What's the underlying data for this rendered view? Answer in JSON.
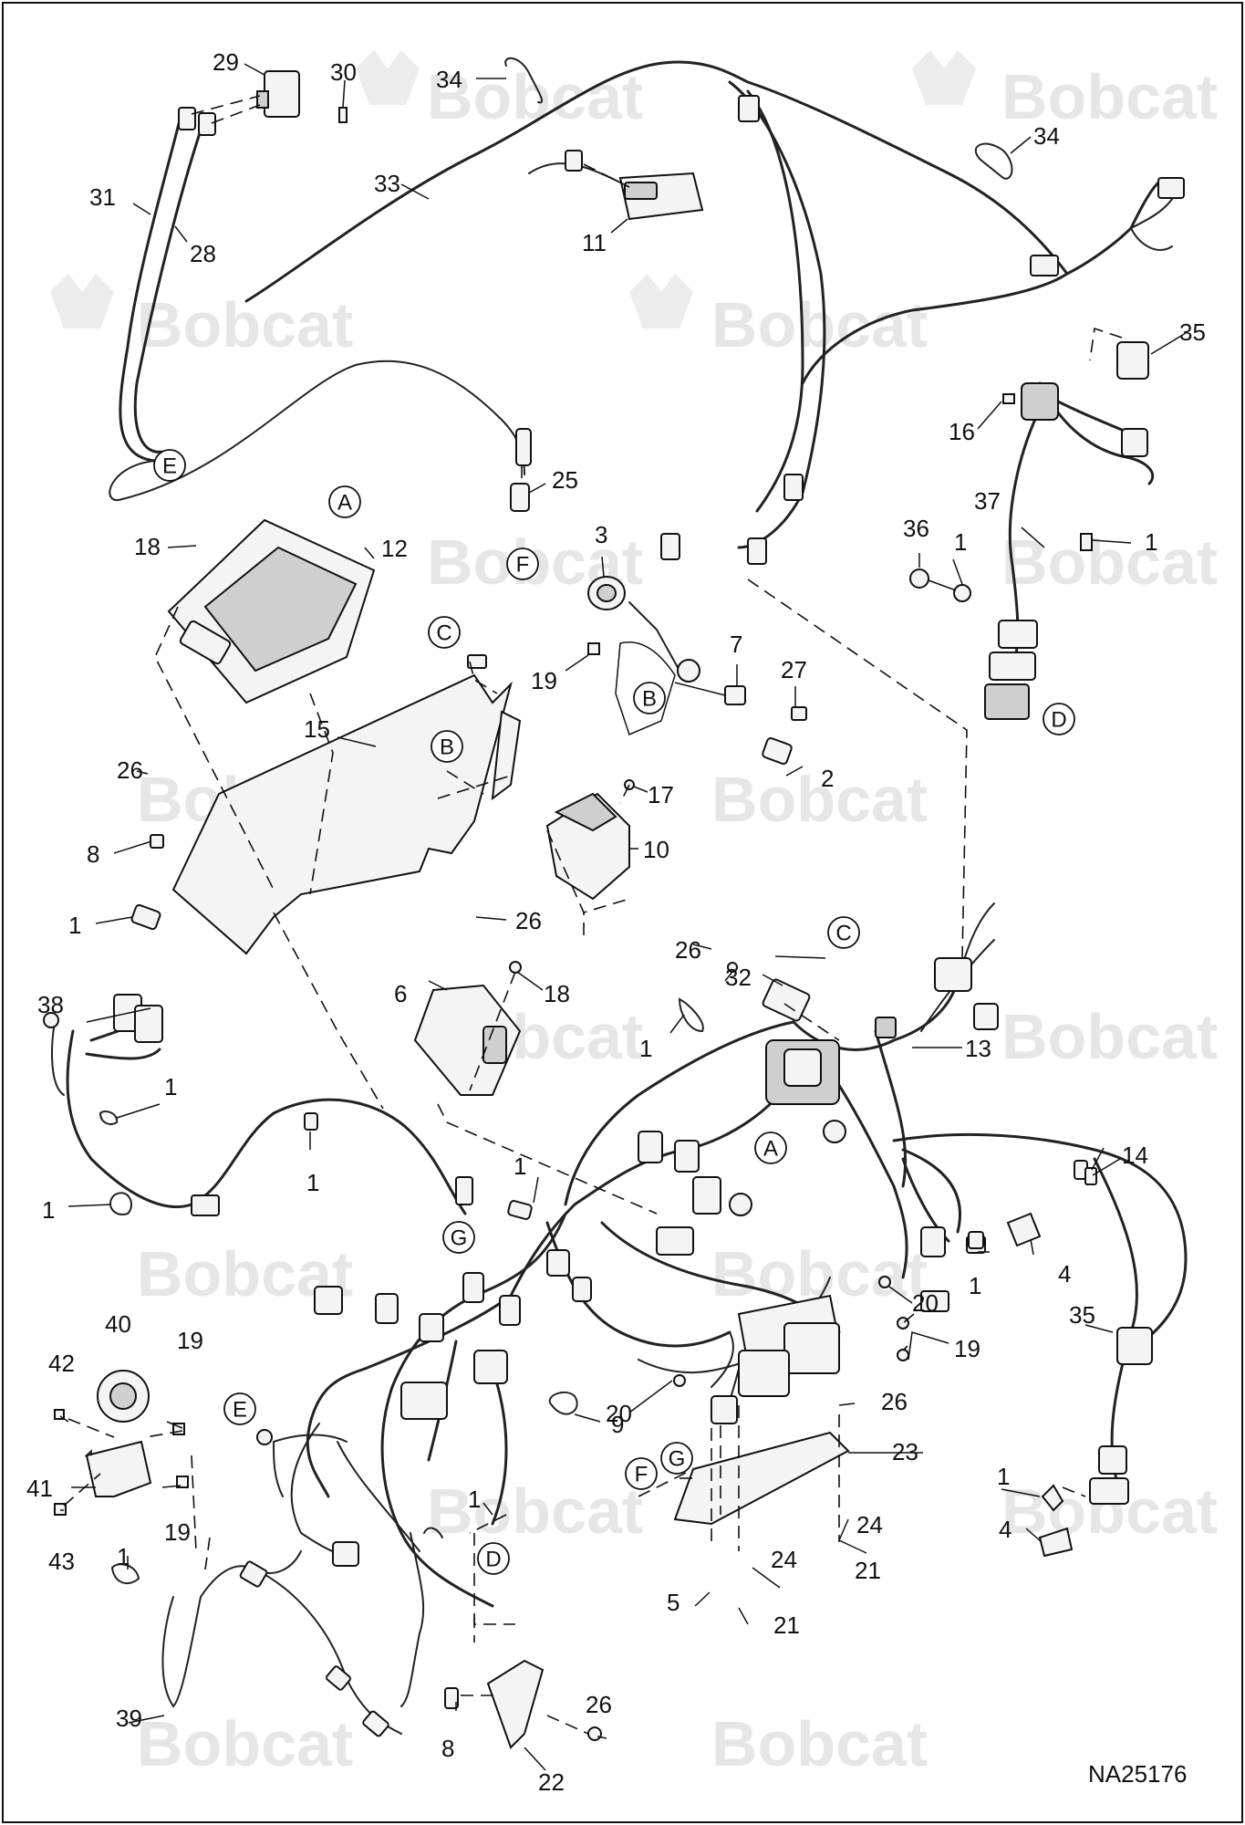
{
  "watermark": {
    "brand": "Bobcat"
  },
  "drawing_number": "NA25176",
  "callouts": {
    "n1a": "1",
    "n1b": "1",
    "n1c": "1",
    "n1d": "1",
    "n1e": "1",
    "n1f": "1",
    "n1g": "1",
    "n1h": "1",
    "n1i": "1",
    "n1j": "1",
    "n1k": "1",
    "n1l": "1",
    "n1m": "1",
    "n2": "2",
    "n3": "3",
    "n4a": "4",
    "n4b": "4",
    "n5": "5",
    "n6": "6",
    "n7": "7",
    "n8a": "8",
    "n8b": "8",
    "n9": "9",
    "n10": "10",
    "n11": "11",
    "n12": "12",
    "n13": "13",
    "n14": "14",
    "n15": "15",
    "n16": "16",
    "n17": "17",
    "n18a": "18",
    "n18b": "18",
    "n19a": "19",
    "n19b": "19",
    "n19c": "19",
    "n19d": "19",
    "n20a": "20",
    "n20b": "20",
    "n21a": "21",
    "n21b": "21",
    "n22": "22",
    "n23": "23",
    "n24a": "24",
    "n24b": "24",
    "n25": "25",
    "n26a": "26",
    "n26b": "26",
    "n26c": "26",
    "n26d": "26",
    "n26e": "26",
    "n27": "27",
    "n28": "28",
    "n29": "29",
    "n30": "30",
    "n31": "31",
    "n32": "32",
    "n33": "33",
    "n34a": "34",
    "n34b": "34",
    "n35a": "35",
    "n35b": "35",
    "n36": "36",
    "n37": "37",
    "n38": "38",
    "n39": "39",
    "n40": "40",
    "n41": "41",
    "n42": "42",
    "n43": "43"
  },
  "connection_refs": {
    "A1": "A",
    "A2": "A",
    "B1": "B",
    "B2": "B",
    "C1": "C",
    "C2": "C",
    "D1": "D",
    "D2": "D",
    "E1": "E",
    "E2": "E",
    "F1": "F",
    "F2": "F",
    "G1": "G",
    "G2": "G"
  }
}
